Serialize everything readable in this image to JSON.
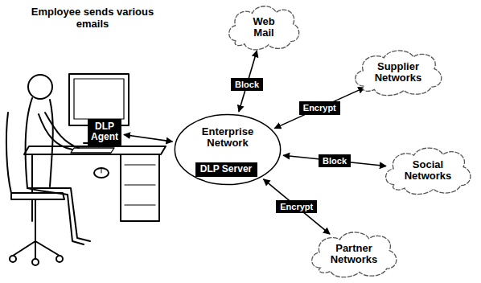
{
  "diagram": {
    "nodes": [
      {
        "text": [
          "DLP Agent"
        ]
      },
      {
        "text": [
          "Enterprise Network"
        ]
      },
      {
        "text": [
          "DLP Server"
        ],
        "in": 1
      },
      {
        "text": [
          "Web Mail"
        ]
      },
      {
        "text": [
          "Supplier Networks"
        ]
      },
      {
        "text": [
          "Social Networks"
        ]
      },
      {
        "text": [
          "Partner Networks"
        ]
      }
    ],
    "edges": [
      {
        "from": 0,
        "to": 1,
        "arrow": "both"
      },
      {
        "from": 1,
        "to": 3,
        "label": "Block",
        "arrow": "both"
      },
      {
        "from": 1,
        "to": 4,
        "label": "Encrypt",
        "arrow": "both"
      },
      {
        "from": 1,
        "to": 5,
        "label": "Block",
        "arrow": "both"
      },
      {
        "from": 1,
        "to": 6,
        "label": "Encrypt",
        "arrow": "both"
      }
    ],
    "labels": [
      "Employee sends various emails"
    ]
  }
}
